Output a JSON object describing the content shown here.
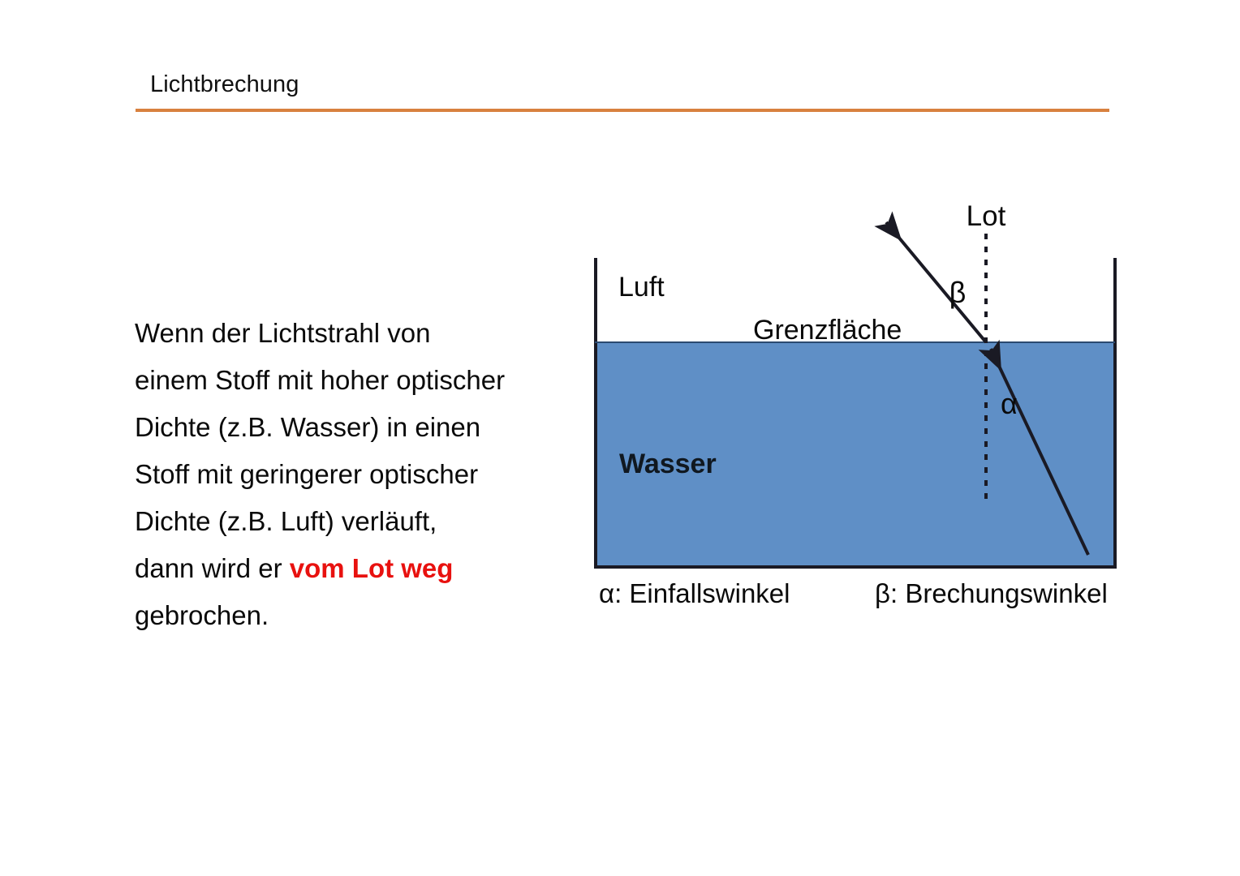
{
  "slide": {
    "title": "Lichtbrechung",
    "accent_color": "#D8813F"
  },
  "body": {
    "line1": "Wenn der Lichtstrahl von",
    "line2": "einem Stoff mit hoher optischer",
    "line3": "Dichte (z.B. Wasser) in einen",
    "line4": "Stoff mit geringerer optischer",
    "line5": "Dichte (z.B. Luft) verläuft,",
    "line6_pre": "dann wird er ",
    "line6_emphasis": "vom Lot weg",
    "line7": "gebrochen.",
    "emphasis_color": "#E8110F"
  },
  "figure": {
    "label_air": "Luft",
    "label_water": "Wasser",
    "label_interface": "Grenzfläche",
    "label_normal": "Lot",
    "angle_alpha": "α",
    "angle_beta": "β",
    "caption_alpha": "α: Einfallswinkel",
    "caption_beta": "β: Brechungswinkel",
    "water_color": "#5F8FC6",
    "line_color": "#1A1A24"
  }
}
